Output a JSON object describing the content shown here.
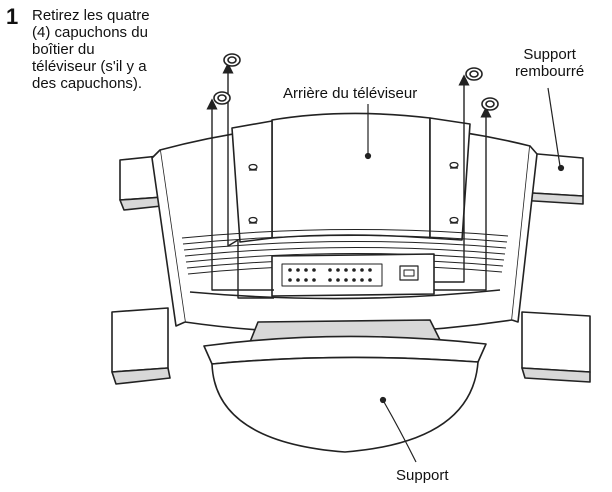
{
  "step": {
    "number": "1",
    "lines": [
      "Retirez les quatre",
      "(4) capuchons du",
      "boîtier du",
      "téléviseur (s'il y a",
      "des capuchons)."
    ]
  },
  "labels": {
    "tv_back": "Arrière du téléviseur",
    "padded_support_lines": [
      "Support",
      "rembourré"
    ],
    "stand": "Support"
  },
  "colors": {
    "line": "#222222",
    "fill": "#ffffff",
    "shade": "#d8d8d8"
  }
}
